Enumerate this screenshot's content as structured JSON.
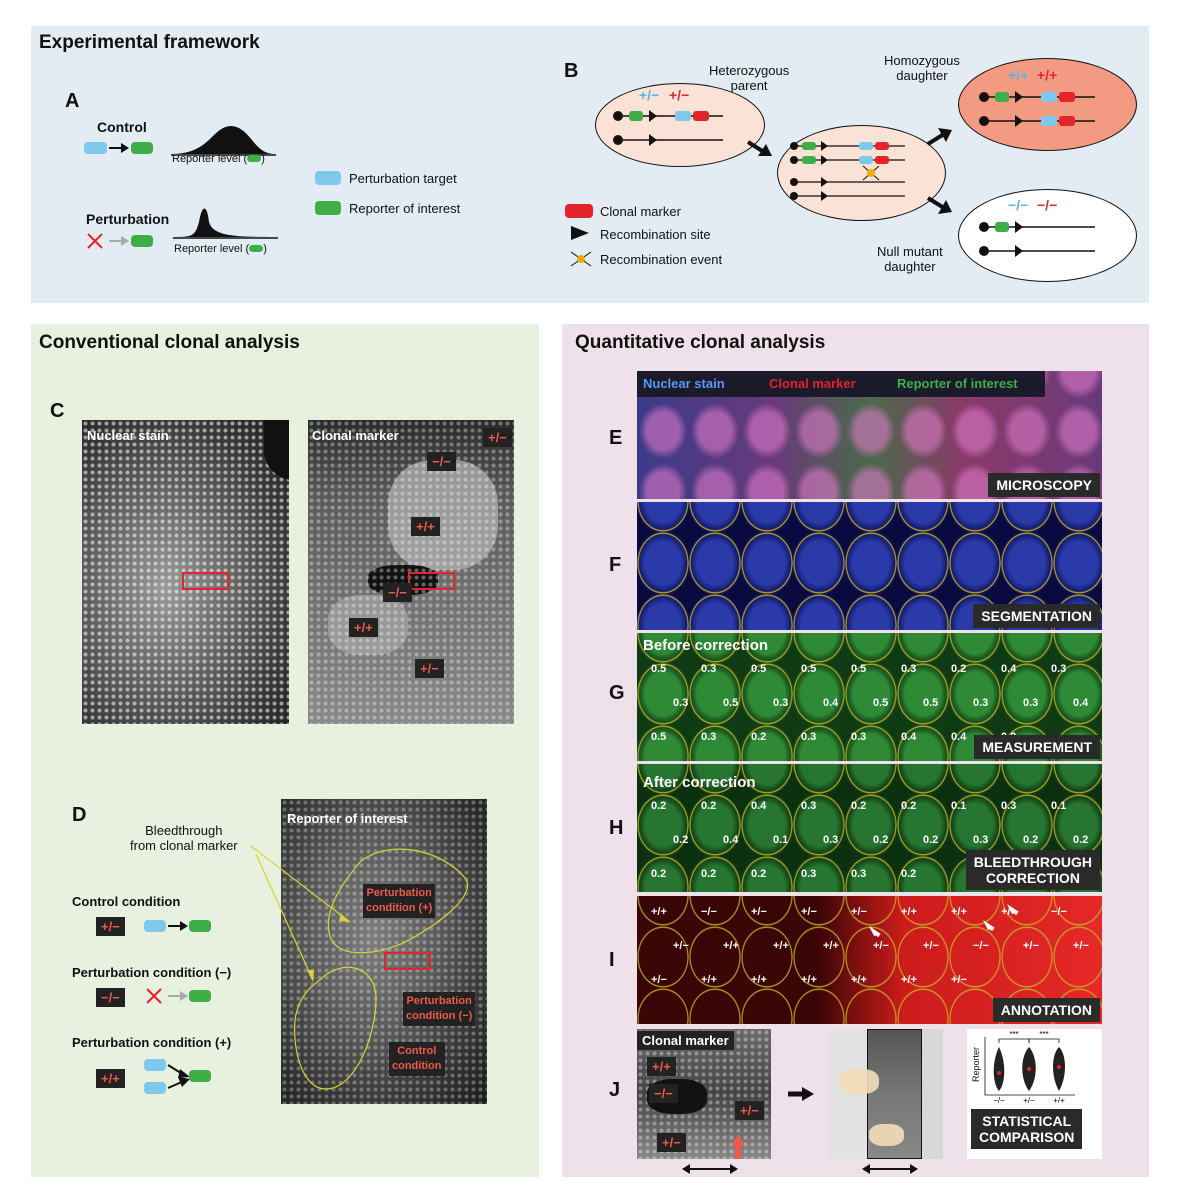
{
  "framework": {
    "title": "Experimental framework",
    "panel_a": {
      "letter": "A",
      "control_label": "Control",
      "perturbation_label": "Perturbation",
      "reporter_axis_1": "Reporter level (",
      "reporter_axis_2": "Reporter level (",
      "axis_close": ")"
    },
    "legend_a": {
      "target": "Perturbation target",
      "reporter": "Reporter of interest"
    },
    "panel_b": {
      "letter": "B",
      "heterozygous": "Heterozygous\nparent",
      "homozygous": "Homozygous\ndaughter",
      "null_mutant": "Null mutant\ndaughter",
      "het_blue": "+/−",
      "het_red": "+/−",
      "homo_blue": "+/+",
      "homo_red": "+/+",
      "null_blue": "−/−",
      "null_red": "−/−",
      "legend_clonal": "Clonal marker",
      "legend_site": "Recombination site",
      "legend_event": "Recombination event"
    }
  },
  "conventional": {
    "title": "Conventional clonal analysis",
    "panel_c": {
      "letter": "C",
      "nuclear_label": "Nuclear stain",
      "clonal_label": "Clonal marker",
      "tags": [
        "+/−",
        "−/−",
        "+/+",
        "−/−",
        "+/+",
        "+/−"
      ]
    },
    "panel_d": {
      "letter": "D",
      "bleedthrough": "Bleedthrough\nfrom clonal marker",
      "reporter_label": "Reporter of interest",
      "control_condition": "Control condition",
      "control_tag": "+/−",
      "pert_minus": "Perturbation condition (−)",
      "pert_minus_tag": "−/−",
      "pert_plus": "Perturbation condition (+)",
      "pert_plus_tag": "+/+",
      "img_pert_plus": "Perturbation\ncondition (+)",
      "img_pert_minus": "Perturbation\ncondition (−)",
      "img_control": "Control\ncondition"
    }
  },
  "quantitative": {
    "title": "Quantitative clonal analysis",
    "panel_e": {
      "letter": "E",
      "ch1": "Nuclear stain",
      "ch2": "Clonal marker",
      "ch3": "Reporter of interest",
      "step": "MICROSCOPY"
    },
    "panel_f": {
      "letter": "F",
      "step": "SEGMENTATION"
    },
    "panel_g": {
      "letter": "G",
      "caption": "Before correction",
      "step": "MEASUREMENT",
      "values": [
        "0.5",
        "0.3",
        "0.5",
        "0.5",
        "0.5",
        "0.3",
        "0.2",
        "0.4",
        "0.3",
        "0.3",
        "0.5",
        "0.3",
        "0.4",
        "0.5",
        "0.5",
        "0.3",
        "0.3",
        "0.4",
        "0.5",
        "0.3",
        "0.2",
        "0.3",
        "0.3",
        "0.4",
        "0.4",
        "0.2"
      ]
    },
    "panel_h": {
      "letter": "H",
      "caption": "After correction",
      "step": "BLEEDTHROUGH\nCORRECTION",
      "values": [
        "0.2",
        "0.2",
        "0.4",
        "0.3",
        "0.2",
        "0.2",
        "0.1",
        "0.3",
        "0.1",
        "0.2",
        "0.4",
        "0.1",
        "0.3",
        "0.2",
        "0.2",
        "0.3",
        "0.2",
        "0.2",
        "0.2",
        "0.2",
        "0.2",
        "0.3",
        "0.3",
        "0.2"
      ]
    },
    "panel_i": {
      "letter": "I",
      "step": "ANNOTATION",
      "annotations": [
        "+/+",
        "−/−",
        "+/−",
        "+/−",
        "+/−",
        "+/+",
        "+/+",
        "+/−",
        "−/−",
        "+/−",
        "+/+",
        "+/+",
        "+/+",
        "+/−",
        "+/−",
        "−/−",
        "+/−",
        "+/−",
        "+/−",
        "+/+",
        "+/+",
        "+/+",
        "+/+",
        "+/+",
        "+/−"
      ]
    },
    "panel_j": {
      "letter": "J",
      "clonal_label": "Clonal marker",
      "tags": [
        "+/+",
        "−/−",
        "+/−",
        "+/−"
      ],
      "y_label": "Reporter",
      "x_ticks": [
        "−/−",
        "+/−",
        "+/+"
      ],
      "sig": [
        "***",
        "***"
      ],
      "step": "STATISTICAL\nCOMPARISON"
    }
  },
  "colors": {
    "framework_bg": "#e3ebf3",
    "conventional_bg": "#e8f1df",
    "quantitative_bg": "#efe1ea",
    "target": "#7ec8ee",
    "reporter": "#3fae49",
    "clonal": "#e3242b",
    "tag_red": "#f05a4a"
  }
}
